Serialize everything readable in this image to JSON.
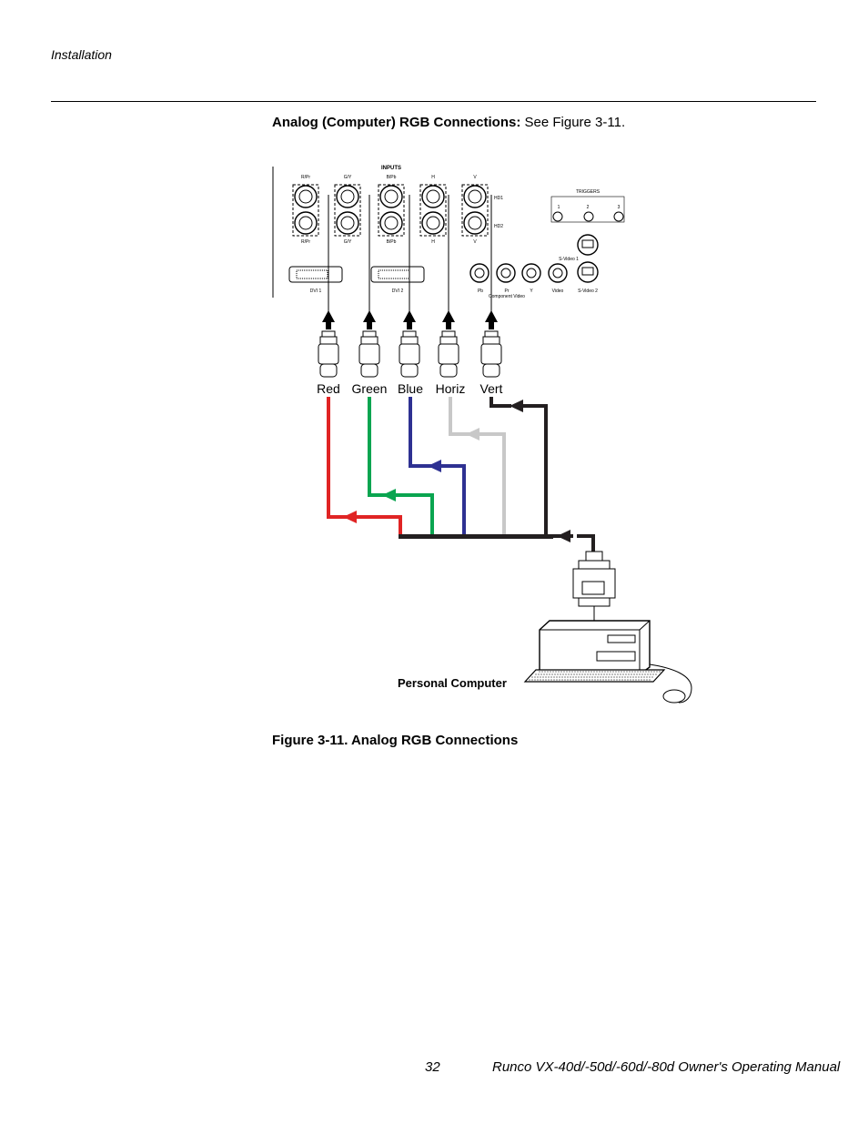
{
  "header": {
    "section": "Installation"
  },
  "heading": {
    "bold": "Analog (Computer) RGB Connections:",
    "rest": " See Figure 3-11."
  },
  "panel": {
    "inputs_title": "INPUTS",
    "bnc_top_labels": [
      "R/Pr",
      "G/Y",
      "B/Pb",
      "H",
      "V"
    ],
    "bnc_bottom_labels": [
      "R/Pr",
      "G/Y",
      "B/Pb",
      "H",
      "V"
    ],
    "hd1": "HD1",
    "hd2": "HD2",
    "dvi1": "DVI 1",
    "dvi2": "DVI 2",
    "triggers_title": "TRIGGERS",
    "trigger_numbers": [
      "1",
      "2",
      "3"
    ],
    "svideo1": "S-Video 1",
    "svideo2": "S-Video 2",
    "rca_labels": [
      "Pb",
      "Pr",
      "Y",
      "Video"
    ],
    "component_video": "Component Video"
  },
  "cables": {
    "labels": [
      "Red",
      "Green",
      "Blue",
      "Horiz",
      "Vert"
    ],
    "colors": [
      "#e02424",
      "#0aa550",
      "#2e3192",
      "#c8c8c8",
      "#231f20"
    ]
  },
  "computer_label": "Personal Computer",
  "caption": "Figure 3-11. Analog RGB Connections",
  "footer": {
    "page": "32",
    "manual": "Runco VX-40d/-50d/-60d/-80d Owner's Operating Manual"
  }
}
